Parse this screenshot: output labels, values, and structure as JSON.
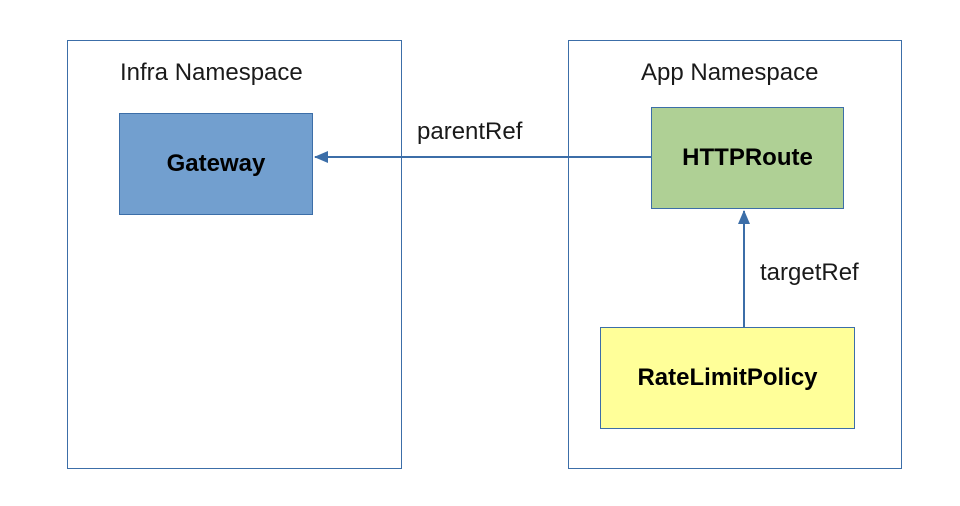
{
  "namespaces": {
    "infra": {
      "title": "Infra Namespace"
    },
    "app": {
      "title": "App Namespace"
    }
  },
  "nodes": {
    "gateway": {
      "label": "Gateway"
    },
    "httproute": {
      "label": "HTTPRoute"
    },
    "ratelimitpolicy": {
      "label": "RateLimitPolicy"
    }
  },
  "edges": {
    "parent_ref": {
      "label": "parentRef"
    },
    "target_ref": {
      "label": "targetRef"
    }
  },
  "colors": {
    "border": "#3c6ea8",
    "gateway_fill": "#729fcf",
    "httproute_fill": "#afd095",
    "ratelimitpolicy_fill": "#ffff99",
    "arrow": "#3c6ea8"
  }
}
